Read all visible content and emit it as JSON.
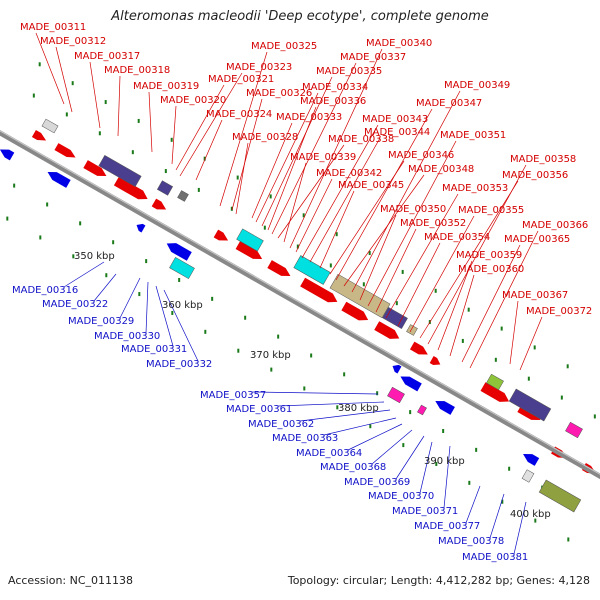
{
  "title": "Alteromonas macleodii 'Deep ecotype', complete genome",
  "footer": {
    "accession": "Accession: NC_011138",
    "summary": "Topology: circular; Length: 4,412,282 bp; Genes: 4,128"
  },
  "colors": {
    "forward_strand": "#e60000",
    "reverse_strand": "#0000e6",
    "backbone": "#808080",
    "marker_dots": "#1a7a1a",
    "label_forward": "#d40000",
    "label_reverse": "#1010c8"
  },
  "scale_ticks": [
    "350 kbp",
    "360 kbp",
    "370 kbp",
    "380 kbp",
    "390 kbp",
    "400 kbp"
  ],
  "forward_genes": [
    "MADE_00311",
    "MADE_00312",
    "MADE_00317",
    "MADE_00318",
    "MADE_00319",
    "MADE_00320",
    "MADE_00321",
    "MADE_00323",
    "MADE_00324",
    "MADE_00325",
    "MADE_00326",
    "MADE_00328",
    "MADE_00333",
    "MADE_00334",
    "MADE_00335",
    "MADE_00336",
    "MADE_00337",
    "MADE_00338",
    "MADE_00339",
    "MADE_00340",
    "MADE_00342",
    "MADE_00343",
    "MADE_00344",
    "MADE_00345",
    "MADE_00346",
    "MADE_00347",
    "MADE_00348",
    "MADE_00349",
    "MADE_00350",
    "MADE_00351",
    "MADE_00352",
    "MADE_00353",
    "MADE_00354",
    "MADE_00355",
    "MADE_00356",
    "MADE_00358",
    "MADE_00359",
    "MADE_00360",
    "MADE_00365",
    "MADE_00366",
    "MADE_00367",
    "MADE_00372"
  ],
  "reverse_genes": [
    "MADE_00316",
    "MADE_00322",
    "MADE_00329",
    "MADE_00330",
    "MADE_00331",
    "MADE_00332",
    "MADE_00357",
    "MADE_00361",
    "MADE_00362",
    "MADE_00363",
    "MADE_00364",
    "MADE_00368",
    "MADE_00369",
    "MADE_00370",
    "MADE_00371",
    "MADE_00377",
    "MADE_00378",
    "MADE_00381"
  ]
}
